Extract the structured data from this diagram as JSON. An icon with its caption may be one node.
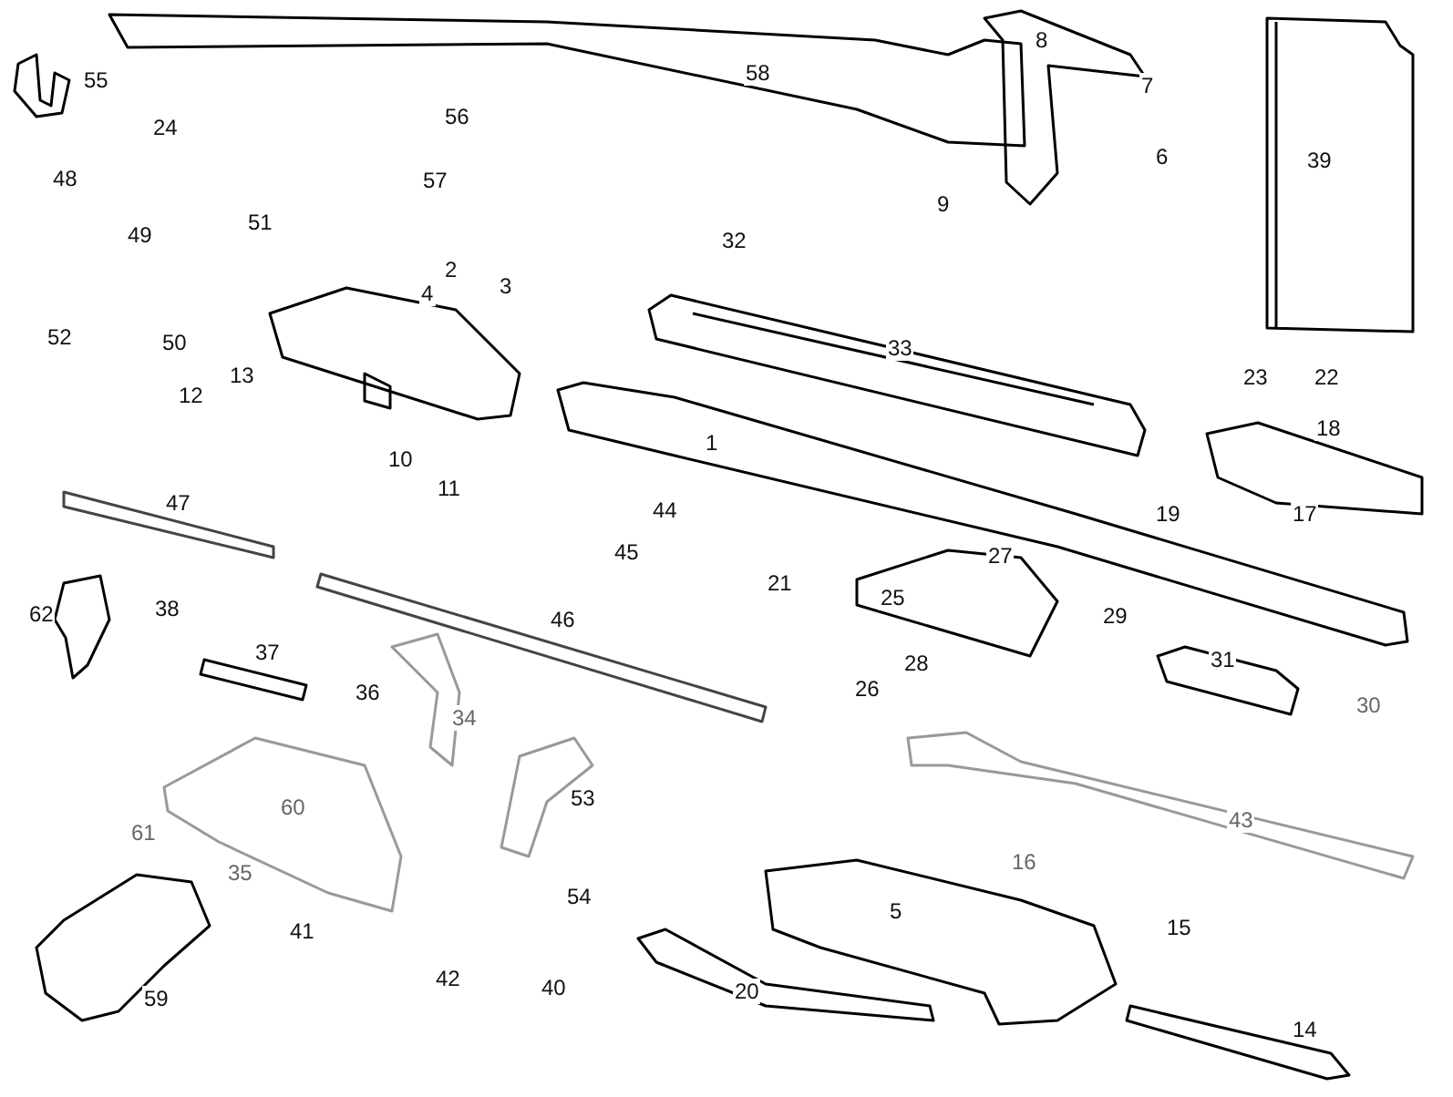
{
  "diagram": {
    "labels": [
      "8",
      "58",
      "55",
      "7",
      "56",
      "24",
      "6",
      "39",
      "48",
      "57",
      "9",
      "51",
      "49",
      "32",
      "2",
      "3",
      "4",
      "52",
      "50",
      "33",
      "13",
      "23",
      "22",
      "12",
      "18",
      "1",
      "10",
      "11",
      "47",
      "44",
      "19",
      "17",
      "45",
      "27",
      "21",
      "25",
      "38",
      "62",
      "29",
      "46",
      "37",
      "31",
      "28",
      "26",
      "36",
      "30",
      "34",
      "53",
      "60",
      "43",
      "61",
      "16",
      "35",
      "54",
      "5",
      "15",
      "41",
      "42",
      "40",
      "20",
      "59",
      "14"
    ]
  }
}
